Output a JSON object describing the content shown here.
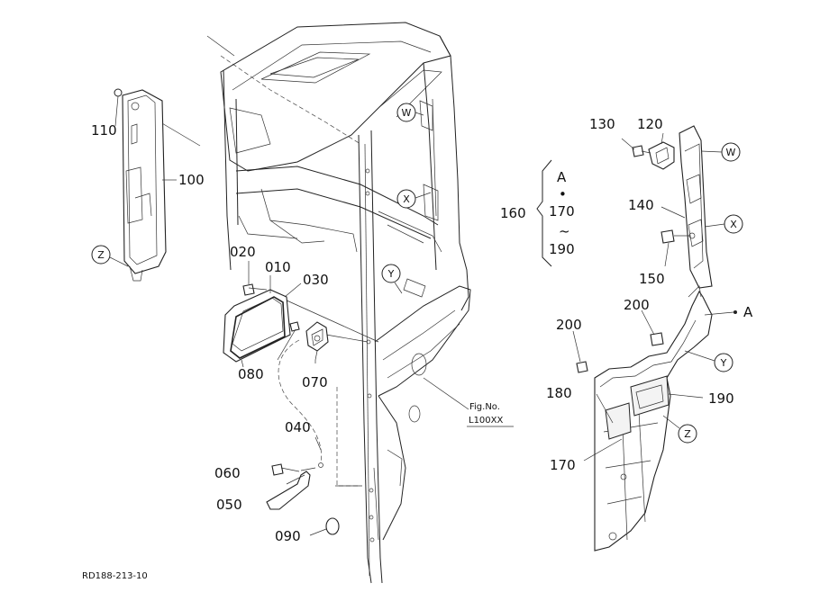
{
  "part_labels": {
    "p110": "110",
    "p100": "100",
    "p020": "020",
    "p010": "010",
    "p030": "030",
    "p080": "080",
    "p070": "070",
    "p040": "040",
    "p060": "060",
    "p050": "050",
    "p090": "090",
    "p130": "130",
    "p120": "120",
    "p140": "140",
    "p150": "150",
    "p160": "160",
    "p170a": "170",
    "p190a": "190",
    "p200a": "200",
    "p200b": "200",
    "p180": "180",
    "p190b": "190",
    "p170b": "170"
  },
  "group_160": {
    "ref": "A",
    "dot": "•",
    "tilde": "~"
  },
  "ref_markers": {
    "w_left": "W",
    "x_left": "X",
    "y_left": "Y",
    "z_left": "Z",
    "w_right": "W",
    "x_right": "X",
    "y_right": "Y",
    "z_right": "Z",
    "a_right": "A"
  },
  "fig_note": {
    "line1": "Fig.No.",
    "line2": "L100XX"
  },
  "drawing_code": "RD188-213-10"
}
